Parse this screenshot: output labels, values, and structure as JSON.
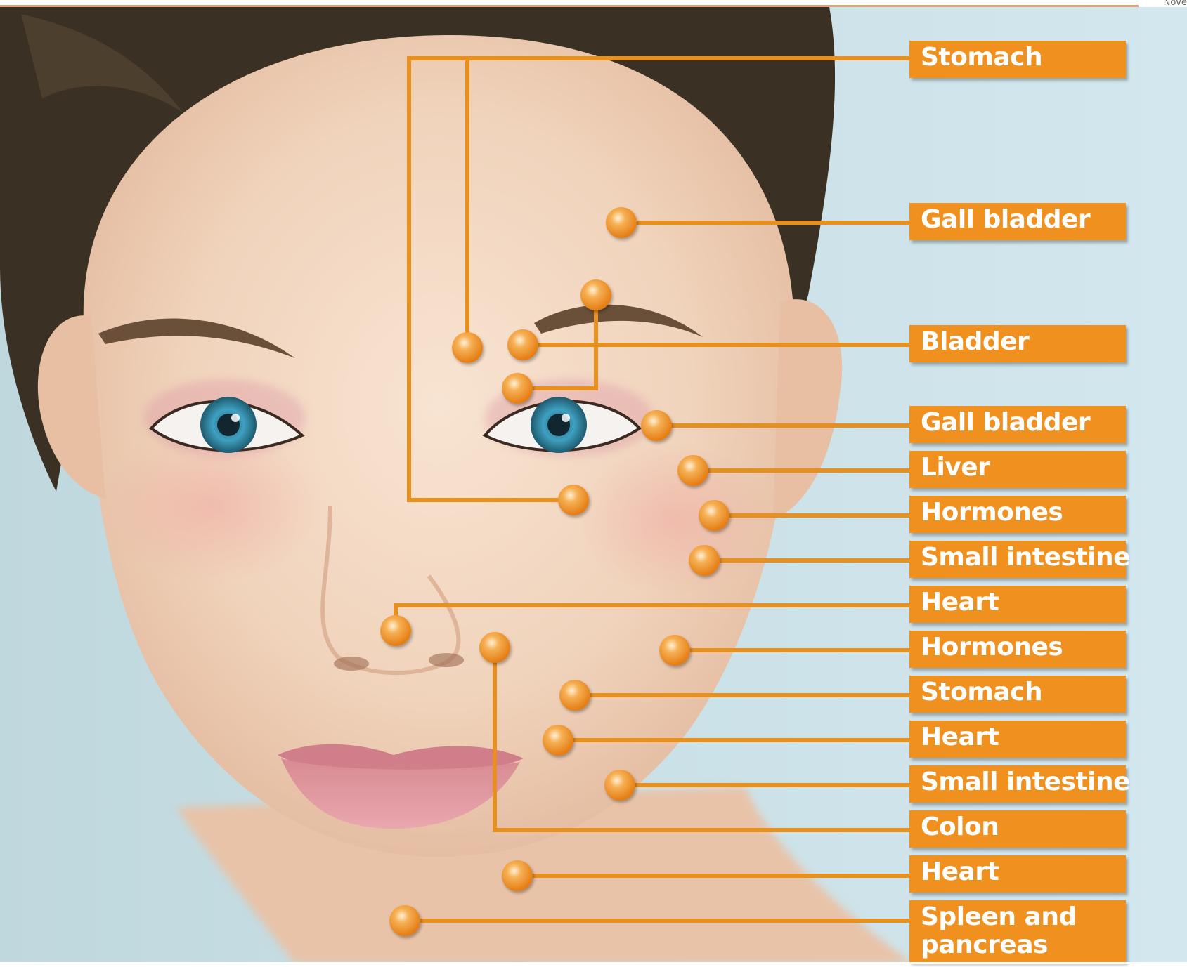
{
  "colors": {
    "accent": "#f0901f",
    "connector": "#e8901e",
    "skin_light": "#f3dcc7",
    "background": "#cfe4ea",
    "hair": "#3a3024"
  },
  "corner_text": "Nove",
  "labels": [
    {
      "id": "stomach-top",
      "text": "Stomach"
    },
    {
      "id": "gall-bladder-forehead",
      "text": "Gall bladder"
    },
    {
      "id": "bladder",
      "text": "Bladder"
    },
    {
      "id": "gall-bladder-eye",
      "text": "Gall bladder"
    },
    {
      "id": "liver",
      "text": "Liver"
    },
    {
      "id": "hormones-1",
      "text": "Hormones"
    },
    {
      "id": "small-intestine-1",
      "text": "Small intestine"
    },
    {
      "id": "heart-1",
      "text": "Heart"
    },
    {
      "id": "hormones-2",
      "text": "Hormones"
    },
    {
      "id": "stomach-bottom",
      "text": "Stomach"
    },
    {
      "id": "heart-2",
      "text": "Heart"
    },
    {
      "id": "small-intestine-2",
      "text": "Small intestine"
    },
    {
      "id": "colon",
      "text": "Colon"
    },
    {
      "id": "heart-3",
      "text": "Heart"
    },
    {
      "id": "spleen-pancreas",
      "text": "Spleen and pancreas",
      "lines": [
        "Spleen and",
        "pancreas"
      ]
    }
  ]
}
